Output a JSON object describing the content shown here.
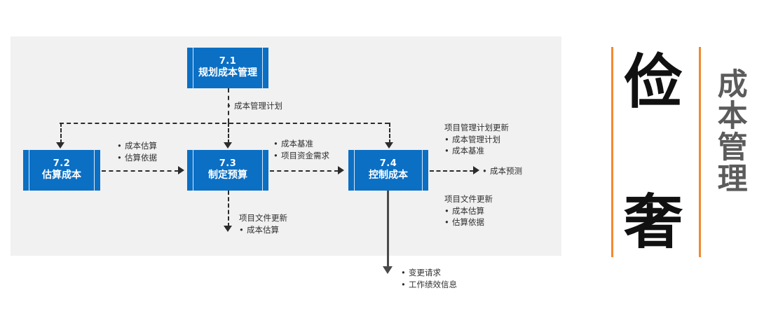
{
  "canvas": {
    "background_color": "#f1f1f1",
    "box_color": "#0b6fc4",
    "accent_color": "#f08a32"
  },
  "processes": [
    {
      "id": "7.1",
      "number": "7.1",
      "name": "规划成本管理"
    },
    {
      "id": "7.2",
      "number": "7.2",
      "name": "估算成本"
    },
    {
      "id": "7.3",
      "number": "7.3",
      "name": "制定预算"
    },
    {
      "id": "7.4",
      "number": "7.4",
      "name": "控制成本"
    }
  ],
  "labels": {
    "plan_output": {
      "items": [
        "成本管理计划"
      ]
    },
    "estimate_output": {
      "items": [
        "成本估算",
        "估算依据"
      ]
    },
    "budget_output": {
      "items": [
        "成本基准",
        "项目资金需求"
      ]
    },
    "budget_doc_update": {
      "header": "项目文件更新",
      "items": [
        "成本估算"
      ]
    },
    "control_plan_update": {
      "header": "项目管理计划更新",
      "items": [
        "成本管理计划",
        "成本基准"
      ]
    },
    "control_doc_update": {
      "header": "项目文件更新",
      "items": [
        "成本估算",
        "估算依据"
      ]
    },
    "forecast": {
      "items": [
        "成本预测"
      ]
    },
    "control_bottom": {
      "items": [
        "变更请求",
        "工作绩效信息"
      ]
    }
  },
  "sidebar": {
    "big_char_top": "俭",
    "big_char_bottom": "奢",
    "title": "成本管理"
  }
}
